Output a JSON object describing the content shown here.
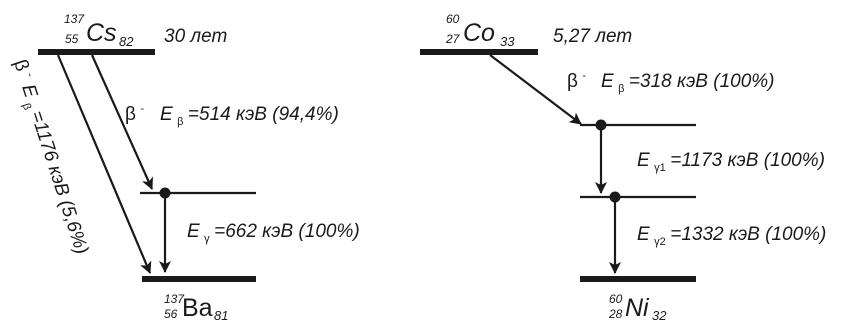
{
  "decays": [
    {
      "parent": {
        "mass": "137",
        "z": "55",
        "symbol": "Cs",
        "n": "82"
      },
      "half_life": "30 лет",
      "beta_minor": {
        "symbol": "β",
        "charge": "-",
        "text": "E",
        "sub": "β",
        "value": "=1176 кэВ (5,6%)"
      },
      "beta_major": {
        "symbol": "β",
        "charge": "-",
        "text": "E",
        "sub": "β",
        "value": "=514 кэВ (94,4%)"
      },
      "gamma": {
        "text": "E",
        "sub": "γ",
        "value": "=662 кэВ (100%)"
      },
      "daughter": {
        "mass": "137",
        "z": "56",
        "symbol": "Ba",
        "n": "81"
      }
    },
    {
      "parent": {
        "mass": "60",
        "z": "27",
        "symbol": "Co",
        "n": "33"
      },
      "half_life": "5,27 лет",
      "beta": {
        "symbol": "β",
        "charge": "-",
        "text": "E",
        "sub": "β",
        "value": "=318 кэВ (100%)"
      },
      "gamma1": {
        "text": "E",
        "sub": "γ1",
        "value": "=1173 кэВ (100%)"
      },
      "gamma2": {
        "text": "E",
        "sub": "γ2",
        "value": "=1332 кэВ (100%)"
      },
      "daughter": {
        "mass": "60",
        "z": "28",
        "symbol": "Ni",
        "n": "32"
      }
    }
  ]
}
